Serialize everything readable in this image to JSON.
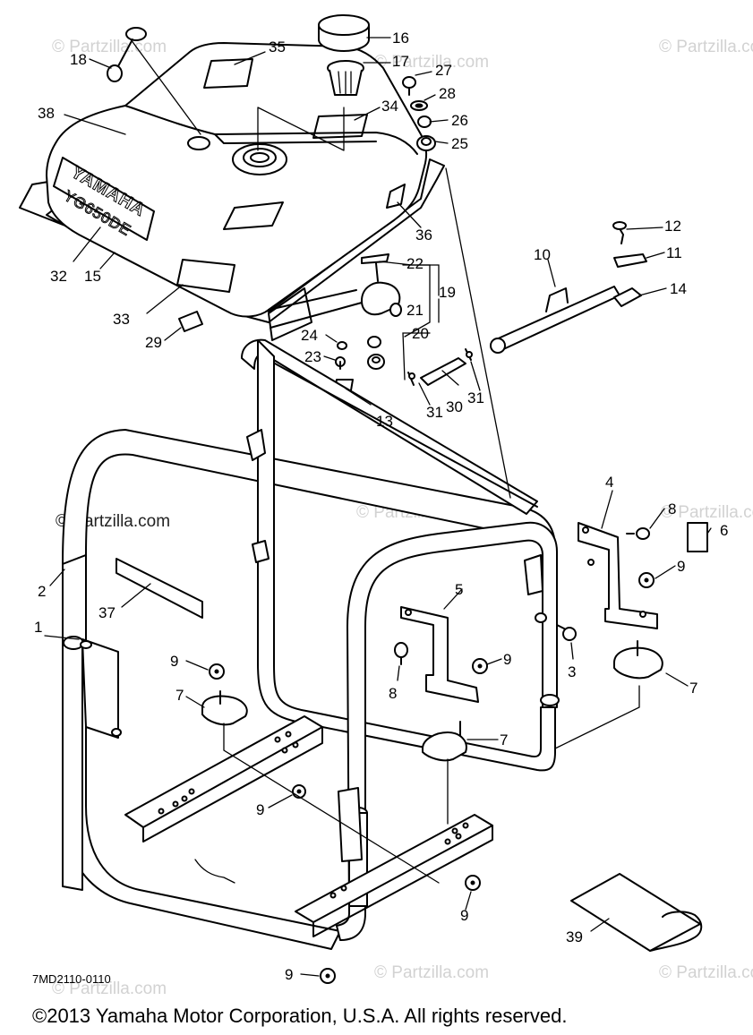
{
  "watermark": "© Partzilla.com",
  "diagram_code": "7MD2110-0110",
  "copyright": "©2013  Yamaha Motor Corporation, U.S.A. All rights reserved.",
  "tank_brand": "YAMAHA",
  "tank_model": "YG650DE",
  "callouts": {
    "c1": "1",
    "c2": "2",
    "c3": "3",
    "c4": "4",
    "c5": "5",
    "c6": "6",
    "c7a": "7",
    "c7b": "7",
    "c7c": "7",
    "c8a": "8",
    "c8b": "8",
    "c9a": "9",
    "c9b": "9",
    "c9c": "9",
    "c9d": "9",
    "c9e": "9",
    "c9f": "9",
    "c10": "10",
    "c11": "11",
    "c12": "12",
    "c13": "13",
    "c14": "14",
    "c15": "15",
    "c16": "16",
    "c17": "17",
    "c18": "18",
    "c19": "19",
    "c20": "20",
    "c21": "21",
    "c22": "22",
    "c23": "23",
    "c24": "24",
    "c25": "25",
    "c26": "26",
    "c27": "27",
    "c28": "28",
    "c29": "29",
    "c30": "30",
    "c31a": "31",
    "c31b": "31",
    "c32": "32",
    "c33": "33",
    "c34": "34",
    "c35": "35",
    "c36": "36",
    "c37": "37",
    "c38": "38",
    "c39": "39"
  }
}
